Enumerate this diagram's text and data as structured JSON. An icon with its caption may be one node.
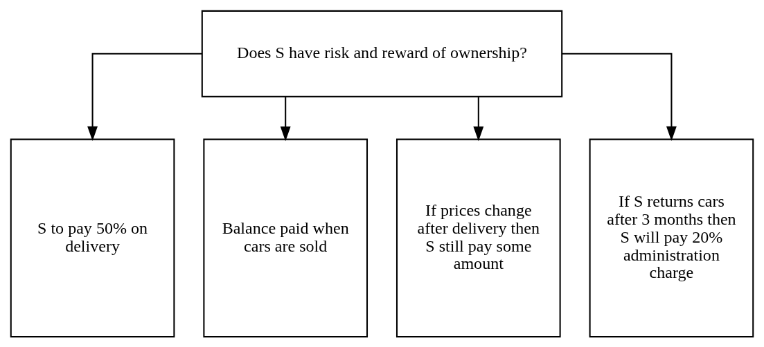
{
  "diagram": {
    "nodes": [
      {
        "text": [
          "Does S have risk and reward of ownership?"
        ]
      },
      {
        "text": [
          "S to pay 50% on delivery"
        ]
      },
      {
        "text": [
          "Balance paid when cars are sold"
        ]
      },
      {
        "text": [
          "If prices change after delivery then S still pay some amount"
        ]
      },
      {
        "text": [
          "If S returns cars after 3 months then S will pay 20% administration charge"
        ]
      }
    ],
    "edges": [
      {
        "from": 0,
        "to": 1,
        "arrow": "to"
      },
      {
        "from": 0,
        "to": 2,
        "arrow": "to"
      },
      {
        "from": 0,
        "to": 3,
        "arrow": "to"
      },
      {
        "from": 0,
        "to": 4,
        "arrow": "to"
      }
    ]
  }
}
